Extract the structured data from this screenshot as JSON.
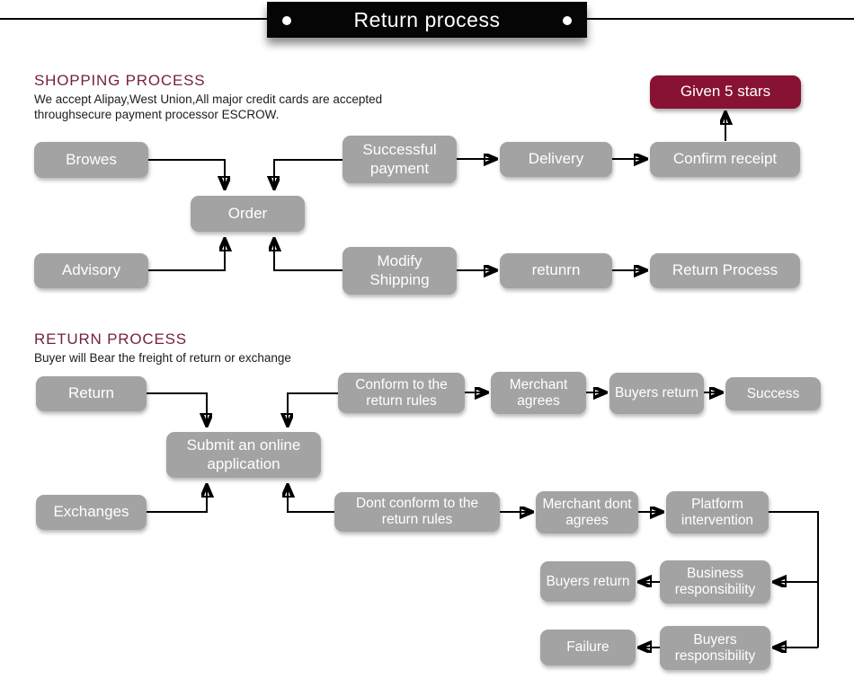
{
  "banner": {
    "title": "Return process"
  },
  "colors": {
    "node_gray": "#a3a3a3",
    "accent_maroon": "#871233",
    "heading_maroon": "#742145",
    "banner_black": "#050505"
  },
  "shopping": {
    "heading": "SHOPPING PROCESS",
    "desc_line1": "We accept Alipay,West Union,All major credit cards are accepted",
    "desc_line2": "throughsecure payment processor ESCROW.",
    "nodes": {
      "browes": "Browes",
      "order": "Order",
      "advisory": "Advisory",
      "successful_payment": "Successful payment",
      "delivery": "Delivery",
      "confirm_receipt": "Confirm receipt",
      "given_5_stars": "Given 5 stars",
      "modify_shipping": "Modify Shipping",
      "retunrn": "retunrn",
      "return_process": "Return Process"
    }
  },
  "returns": {
    "heading": "RETURN PROCESS",
    "desc": "Buyer will Bear the freight of return or exchange",
    "nodes": {
      "return": "Return",
      "exchanges": "Exchanges",
      "submit": "Submit an online application",
      "conform": "Conform to the return rules",
      "merchant_agrees": "Merchant agrees",
      "buyers_return": "Buyers return",
      "success": "Success",
      "dont_conform": "Dont conform to the return rules",
      "merchant_dont_agrees": "Merchant dont agrees",
      "platform_intervention": "Platform intervention",
      "business_responsibility": "Business responsibility",
      "buyers_return_2": "Buyers return",
      "failure": "Failure",
      "buyers_responsibility": "Buyers responsibility"
    }
  }
}
